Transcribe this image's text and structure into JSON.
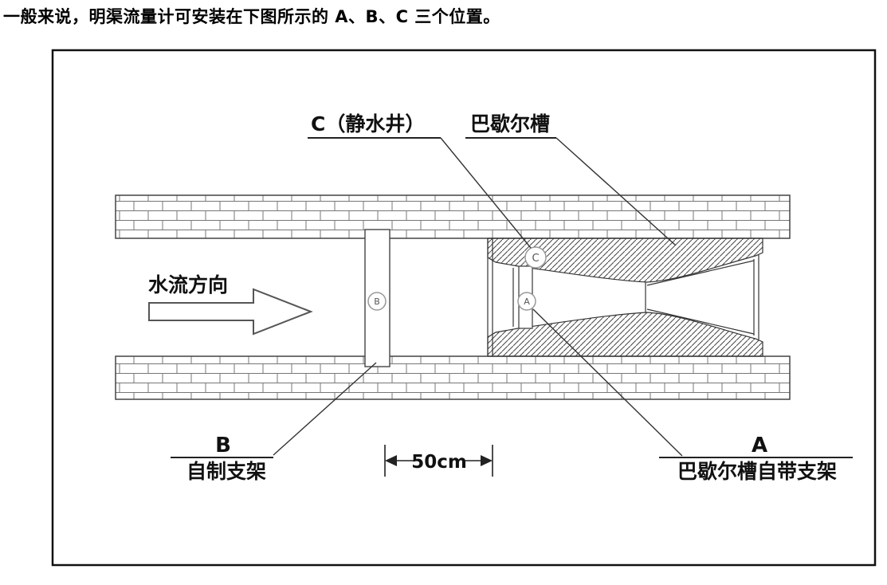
{
  "intro": {
    "text": "一般来说，明渠流量计可安装在下图所示的 A、B、C 三个位置。"
  },
  "diagram": {
    "labels": {
      "stilling_well": "C（静水井）",
      "parshall_flume": "巴歇尔槽",
      "flow_direction": "水流方向",
      "position_b": "B",
      "position_b_desc": "自制支架",
      "dimension_50cm": "50cm",
      "position_a": "A",
      "position_a_desc": "巴歇尔槽自带支架",
      "marker_a": "A",
      "marker_b": "B",
      "marker_c": "C"
    },
    "colors": {
      "line": "#333333",
      "border": "#111111",
      "background": "#ffffff"
    }
  }
}
